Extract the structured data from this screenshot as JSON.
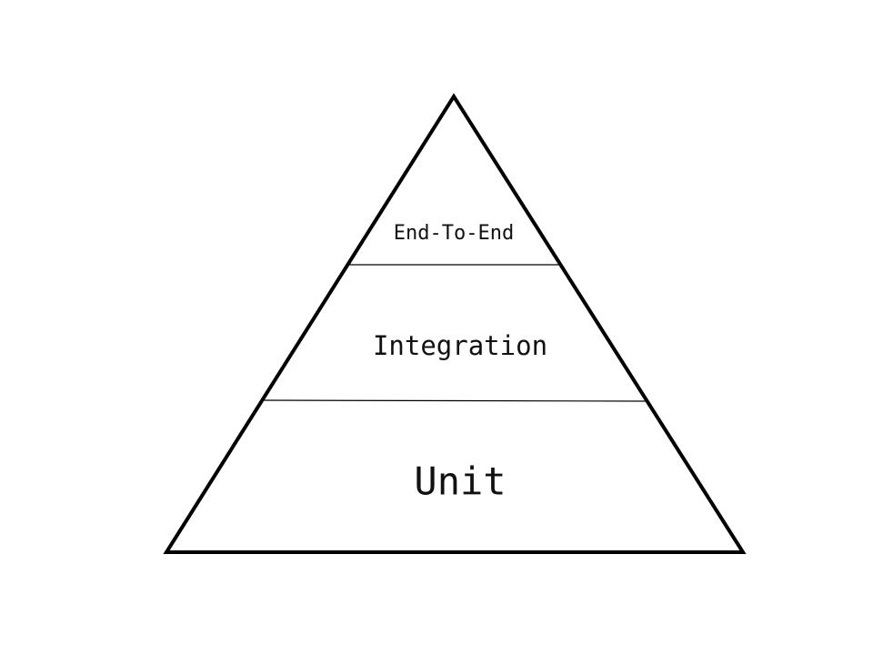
{
  "diagram": {
    "tiers": [
      {
        "id": "top",
        "label": "End-To-End"
      },
      {
        "id": "middle",
        "label": "Integration"
      },
      {
        "id": "bottom",
        "label": "Unit"
      }
    ]
  }
}
